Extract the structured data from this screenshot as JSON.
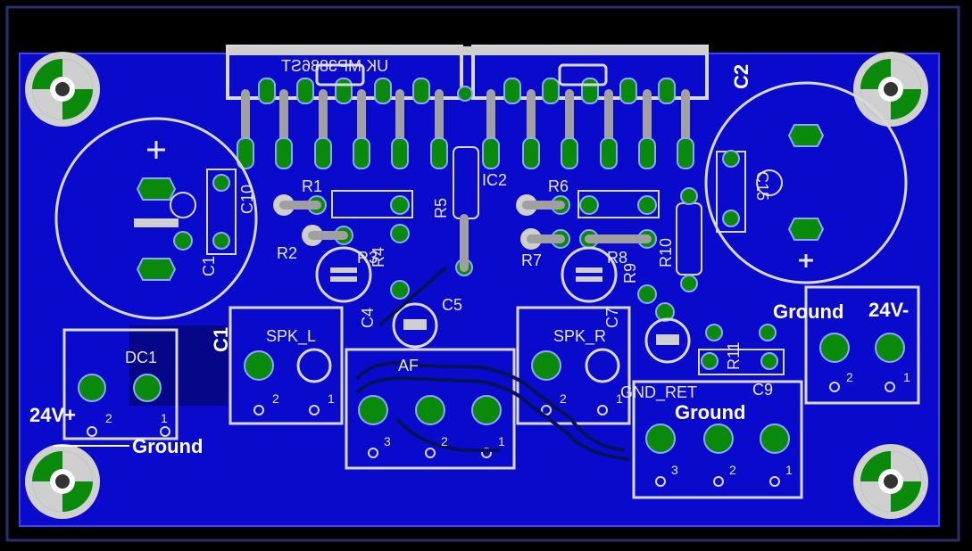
{
  "board": {
    "title_mirrored": "UK.MP3886ST",
    "designators": {
      "c1": "C1",
      "c2": "C2",
      "c4": "C4",
      "c5": "C5",
      "c7": "C7",
      "c9": "C9",
      "c10": "C10",
      "c11": "C1",
      "c15": "C15",
      "r1": "R1",
      "r2": "R2",
      "r3": "R3",
      "r4": "R4",
      "r5": "R5",
      "r6": "R6",
      "r7": "R7",
      "r8": "R8",
      "r9": "R9",
      "r10": "R10",
      "r11": "R11",
      "ic2": "IC2",
      "dc1": "DC1",
      "spk_l": "SPK_L",
      "spk_r": "SPK_R",
      "af": "AF",
      "gnd_ret": "GND_RET"
    },
    "pin_numbers": {
      "p1": "1",
      "p2": "2",
      "p3": "3"
    },
    "annotations": {
      "v24_plus": "24V+",
      "v24_minus": "24V-",
      "ground_left": "Ground",
      "ground_right_top": "Ground",
      "ground_bottom": "Ground"
    },
    "colors": {
      "background": "#000000",
      "copper_pour": "#0a0ad0",
      "pad": "#0a8a0a",
      "silkscreen": "#d9d9d9",
      "trace": "#a0a0a0"
    }
  }
}
